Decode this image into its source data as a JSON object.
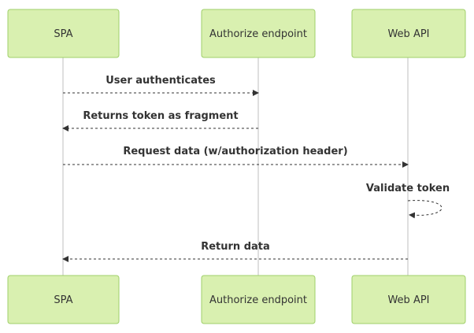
{
  "colors": {
    "actor_fill": "#d9f0b0",
    "actor_stroke": "#9fcf6a",
    "lifeline": "#bfbfbf",
    "message": "#333333",
    "text": "#333333"
  },
  "participants": [
    {
      "id": "spa",
      "label": "SPA"
    },
    {
      "id": "auth",
      "label": "Authorize endpoint"
    },
    {
      "id": "api",
      "label": "Web API"
    }
  ],
  "messages": [
    {
      "from": "spa",
      "to": "auth",
      "label": "User authenticates",
      "style": "dashed"
    },
    {
      "from": "auth",
      "to": "spa",
      "label": "Returns token as fragment",
      "style": "dashed"
    },
    {
      "from": "spa",
      "to": "api",
      "label": "Request data (w/authorization header)",
      "style": "dashed"
    },
    {
      "from": "api",
      "to": "api",
      "label": "Validate token",
      "style": "dashed"
    },
    {
      "from": "api",
      "to": "spa",
      "label": "Return data",
      "style": "dashed"
    }
  ]
}
